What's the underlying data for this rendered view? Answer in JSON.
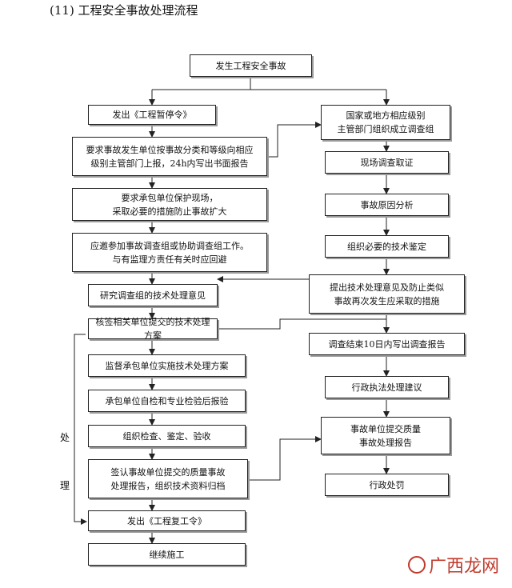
{
  "title": "(11) 工程安全事故处理流程",
  "side_label": "处\n\n理",
  "watermark": "广西龙网",
  "boxes": {
    "start": "发生工程安全事故",
    "l1": "发出《工程暂停令》",
    "l2": "要求事故发生单位按事故分类和等级向相应\n级别主管部门上报，24h内写出书面报告",
    "l3": "要求承包单位保护现场，\n采取必要的措施防止事故扩大",
    "l4": "应邀参加事故调查组或协助调查组工作。\n与有监理方责任有关时应回避",
    "l5": "研究调查组的技术处理意见",
    "l6": "核签相关单位提交的技术处理方案",
    "l7": "监督承包单位实施技术处理方案",
    "l8": "承包单位自检和专业检验后报验",
    "l9": "组织检查、鉴定、验收",
    "l10": "签认事故单位提交的质量事故\n处理报告，组织技术资料归档",
    "l11": "发出《工程复工令》",
    "l12": "继续施工",
    "r1": "国家或地方相应级别\n主管部门组织成立调查组",
    "r2": "现场调查取证",
    "r3": "事故原因分析",
    "r4": "组织必要的技术鉴定",
    "r5": "提出技术处理意见及防止类似\n事故再次发生应采取的措施",
    "r6": "调查结束10日内写出调查报告",
    "r7": "行政执法处理建议",
    "r8": "事故单位提交质量\n事故处理报告",
    "r9": "行政处罚"
  }
}
